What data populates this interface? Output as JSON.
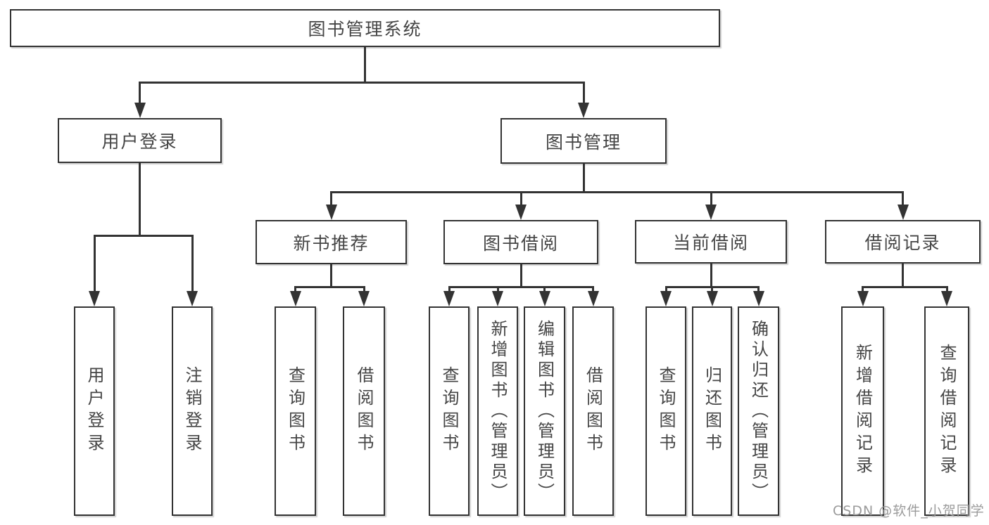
{
  "title": "图书管理系统",
  "colors": {
    "line": "#333333",
    "text": "#454545",
    "background": "#ffffff",
    "watermark": "#9b9b9b"
  },
  "tree": {
    "root": {
      "label": "图书管理系统"
    },
    "branches": [
      {
        "label": "用户登录",
        "children": [
          {
            "label": "用户登录"
          },
          {
            "label": "注销登录"
          }
        ]
      },
      {
        "label": "图书管理",
        "children": [
          {
            "label": "新书推荐",
            "children": [
              {
                "label": "查询图书"
              },
              {
                "label": "借阅图书"
              }
            ]
          },
          {
            "label": "图书借阅",
            "children": [
              {
                "label": "查询图书"
              },
              {
                "label": "新增图书（管理员）"
              },
              {
                "label": "编辑图书（管理员）"
              },
              {
                "label": "借阅图书"
              }
            ]
          },
          {
            "label": "当前借阅",
            "children": [
              {
                "label": "查询图书"
              },
              {
                "label": "归还图书"
              },
              {
                "label": "确认归还（管理员）"
              }
            ]
          },
          {
            "label": "借阅记录",
            "children": [
              {
                "label": "新增借阅记录"
              },
              {
                "label": "查询借阅记录"
              }
            ]
          }
        ]
      }
    ]
  },
  "watermark": {
    "text": "CSDN @软件_小贺同学"
  }
}
